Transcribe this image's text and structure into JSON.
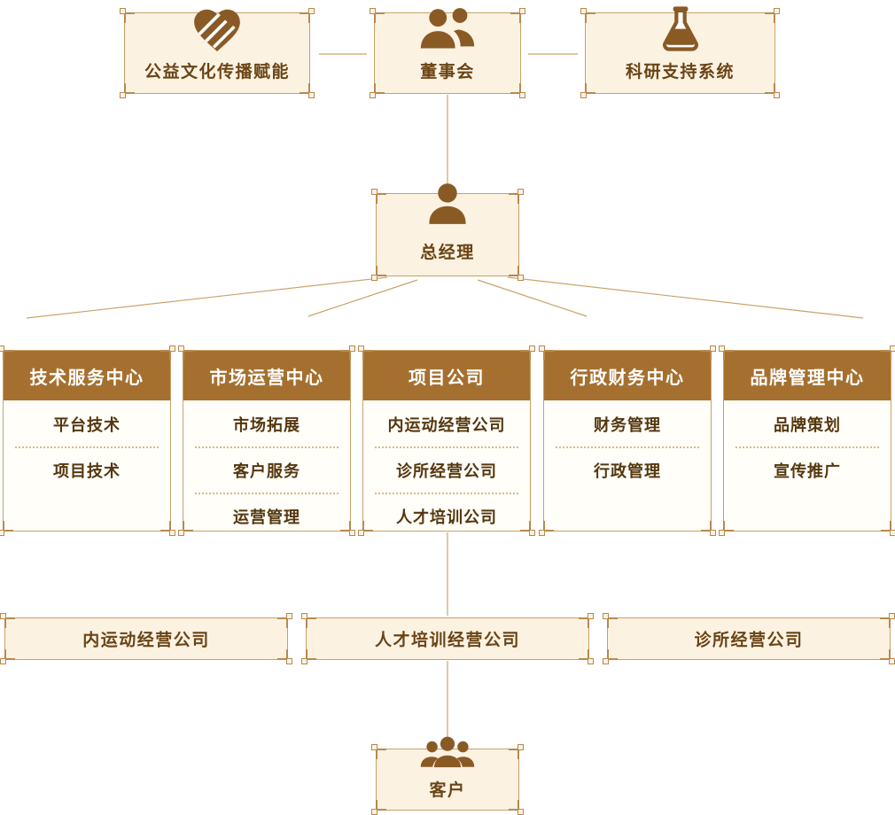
{
  "chart": {
    "top_row": [
      {
        "label": "公益文化传播赋能",
        "icon": "charity-heart-icon"
      },
      {
        "label": "董事会",
        "icon": "board-people-icon"
      },
      {
        "label": "科研支持系统",
        "icon": "research-flask-icon"
      }
    ],
    "general_manager": {
      "label": "总经理",
      "icon": "manager-person-icon"
    },
    "departments": [
      {
        "title": "技术服务中心",
        "items": [
          "平台技术",
          "项目技术"
        ]
      },
      {
        "title": "市场运营中心",
        "items": [
          "市场拓展",
          "客户服务",
          "运营管理"
        ]
      },
      {
        "title": "项目公司",
        "items": [
          "内运动经营公司",
          "诊所经营公司",
          "人才培训公司"
        ]
      },
      {
        "title": "行政财务中心",
        "items": [
          "财务管理",
          "行政管理"
        ]
      },
      {
        "title": "品牌管理中心",
        "items": [
          "品牌策划",
          "宣传推广"
        ]
      }
    ],
    "subsidiaries": [
      "内运动经营公司",
      "人才培训经营公司",
      "诊所经营公司"
    ],
    "customer": {
      "label": "客户",
      "icon": "customers-group-icon"
    }
  },
  "colors": {
    "box_fill": "#FBF2E2",
    "dept_body_fill": "#FFFEF9",
    "box_border": "#C8A266",
    "corner_ornament": "#B8894E",
    "header_bg": "#A5702F",
    "header_text": "#FFFFFF",
    "icon_brown": "#8A5A25",
    "label_text": "#6A4415",
    "item_text": "#54370F",
    "connector_line": "#C9A36A"
  }
}
